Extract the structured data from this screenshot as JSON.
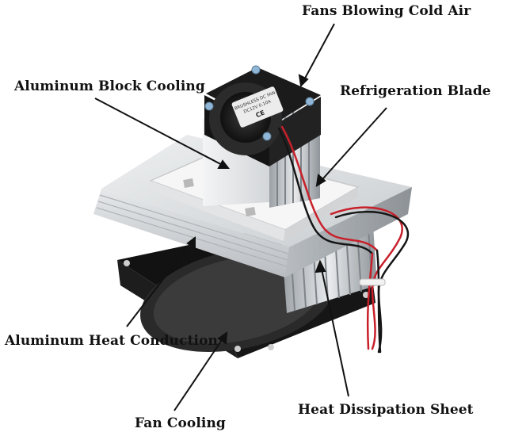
{
  "labels": {
    "fans_blowing": "Fans Blowing Cold Air",
    "aluminum_block": "Aluminum Block Cooling",
    "refrigeration_blade": "Refrigeration Blade",
    "aluminum_heat": "Aluminum Heat Conduction",
    "heat_dissipation": "Heat Dissipation Sheet",
    "fan_cooling": "Fan Cooling"
  },
  "fan_sticker": {
    "line1": "BRUSHLESS DC FAN",
    "line2": "DC12V 0.10A",
    "mark": "CE"
  },
  "colors": {
    "aluminum": "#d9dde0",
    "fan_black": "#1e1e1e",
    "wire_red": "#c8202a",
    "wire_black": "#151515",
    "tec_plate": "#f4f4f4"
  }
}
